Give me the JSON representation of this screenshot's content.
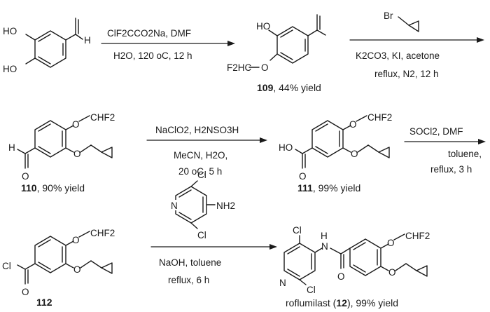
{
  "row1": {
    "sm": {
      "oh_top": "HO",
      "oh_bot": "HO",
      "cho_h": "H"
    },
    "step1": {
      "reagent": "ClF2CCO2Na, DMF",
      "conditions": "H2O, 120 oC, 12 h"
    },
    "c109": {
      "oh": "HO",
      "ochf2": "F2HC",
      "o": "O",
      "number": "109",
      "yield": ", 44% yield"
    },
    "step2": {
      "br": "Br",
      "reagent": "K2CO3, KI, acetone",
      "conditions": "reflux, N2, 12 h"
    }
  },
  "row2": {
    "c110": {
      "h": "H",
      "o_ald": "O",
      "ochf2": "O",
      "chf2": "CHF2",
      "o_ether": "O",
      "number": "110",
      "yield": ", 90% yield"
    },
    "step3": {
      "reagent": "NaClO2, H2NSO3H",
      "solvent": "MeCN, H2O,",
      "conditions": "20 oC, 5 h"
    },
    "c111": {
      "ho": "HO",
      "o_acid": "O",
      "ochf2": "O",
      "chf2": "CHF2",
      "o_ether": "O",
      "number": "111",
      "yield": ", 99% yield"
    },
    "step4": {
      "reagent": "SOCl2, DMF",
      "solvent": "toluene,",
      "conditions": "reflux, 3 h"
    }
  },
  "row3": {
    "c112": {
      "cl": "Cl",
      "o_acyl": "O",
      "ochf2": "O",
      "chf2": "CHF2",
      "o_ether": "O",
      "number": "112"
    },
    "amine": {
      "n": "N",
      "cl_top": "Cl",
      "cl_bot": "Cl",
      "nh2": "NH2"
    },
    "step5": {
      "reagent": "NaOH, toluene",
      "conditions": "reflux, 6 h"
    },
    "product": {
      "cl_top": "Cl",
      "cl_bot": "Cl",
      "n_ring": "N",
      "nh": "N",
      "h": "H",
      "o_amide": "O",
      "ochf2": "O",
      "chf2": "CHF2",
      "o_ether": "O",
      "name": "roflumilast (",
      "number": "12",
      "yield": "), 99% yield"
    }
  }
}
